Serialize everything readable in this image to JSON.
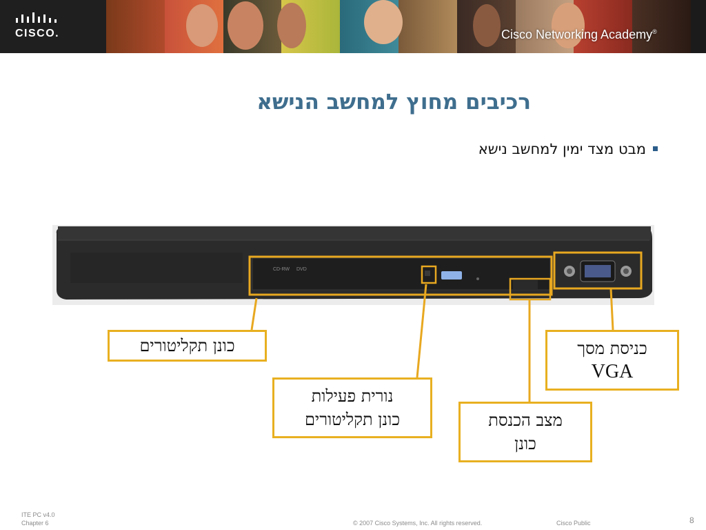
{
  "banner": {
    "logo_text": "CISCO.",
    "academy_title": "Cisco Networking Academy",
    "trademark": "®"
  },
  "slide": {
    "title": "רכיבים מחוץ למחשב הנישא",
    "bullet": "מבט מצד ימין למחשב נישא"
  },
  "photo": {
    "label_cd": "CD-RW",
    "label_dvd": "DVD"
  },
  "callouts": {
    "drive": "כונן תקליטורים",
    "vga_line1": "כניסת מסך",
    "vga_line2": "VGA",
    "led_line1": "נורית פעילות",
    "led_line2": "כונן תקליטורים",
    "switch_line1": "מצב הכנסת",
    "switch_line2": "כונן"
  },
  "colors": {
    "title": "#3f6e8e",
    "callout_border": "#e8b020",
    "banner_bg": "#1b1b1b"
  },
  "footer": {
    "course": "ITE PC v4.0",
    "chapter": "Chapter 6",
    "copyright": "© 2007 Cisco Systems, Inc. All rights reserved.",
    "public": "Cisco Public",
    "page": "8"
  }
}
